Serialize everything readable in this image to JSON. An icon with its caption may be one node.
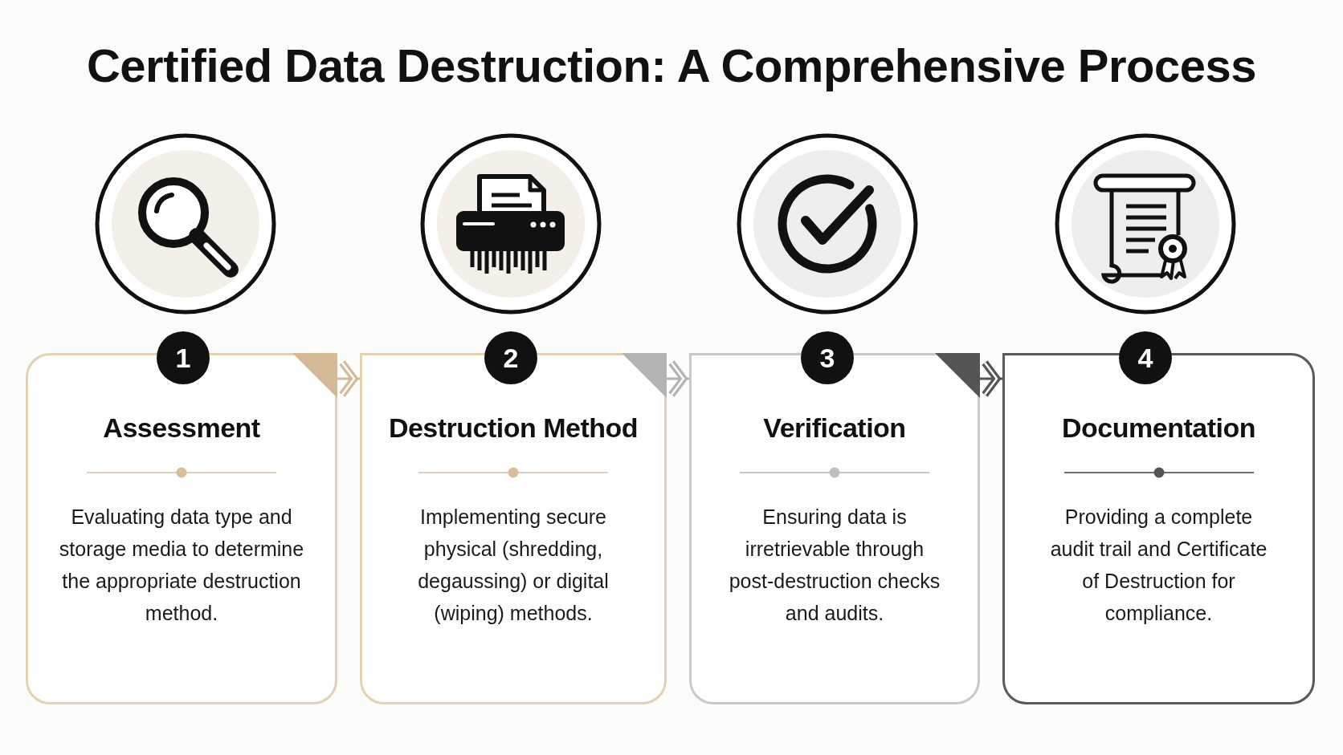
{
  "diagram": {
    "title": "Certified Data Destruction: A Comprehensive Process",
    "nodes": [
      {
        "text": [],
        "shape": "picture"
      },
      {
        "text": [],
        "shape": "picture"
      },
      {
        "text": [],
        "shape": "picture"
      },
      {
        "text": [],
        "shape": "picture"
      },
      {
        "text": [
          "1"
        ]
      },
      {
        "text": [
          "2"
        ]
      },
      {
        "text": [
          "3"
        ]
      },
      {
        "text": [
          "4"
        ]
      },
      {
        "text": [
          "Assessment",
          "Evaluating data type and storage media to determine the appropriate destruction method."
        ]
      },
      {
        "text": [
          "Destruction Method",
          "Implementing secure physical (shredding, degaussing) or digital (wiping) methods."
        ]
      },
      {
        "text": [
          "Verification",
          "Ensuring data is irretrievable through post-destruction checks and audits."
        ]
      },
      {
        "text": [
          "Documentation",
          "Providing a complete audit trail and Certificate of Destruction for compliance."
        ]
      }
    ],
    "edges": [
      {
        "from": 8,
        "to": 9,
        "arrow": "to",
        "color": "#d4bb96"
      },
      {
        "from": 9,
        "to": 10,
        "arrow": "to",
        "color": "#b3b3b3"
      },
      {
        "from": 10,
        "to": 11,
        "arrow": "to",
        "color": "#555555"
      }
    ]
  }
}
